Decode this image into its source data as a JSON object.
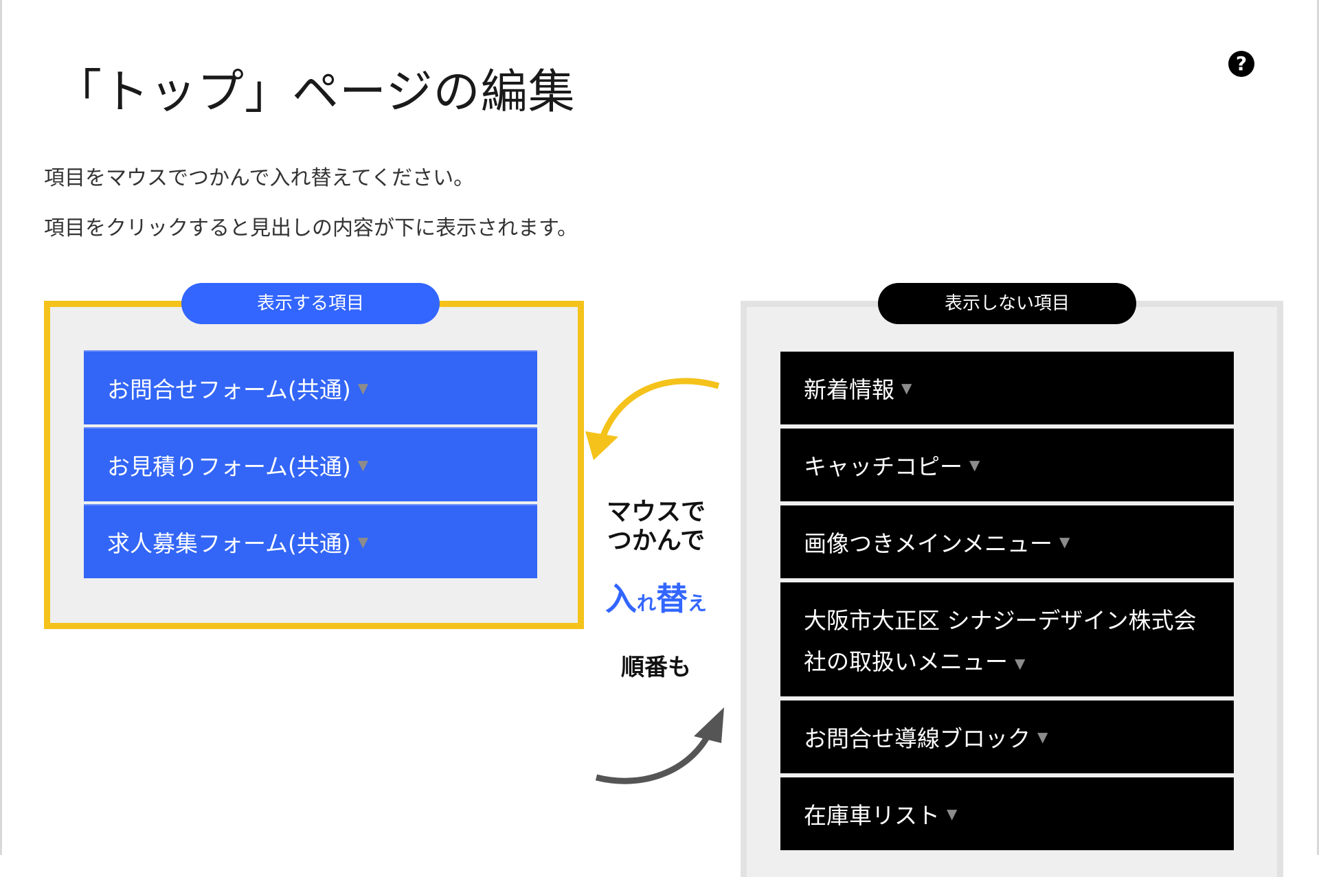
{
  "page": {
    "title": "「トップ」ページの編集",
    "help_icon": "?"
  },
  "instructions": [
    "項目をマウスでつかんで入れ替えてください。",
    "項目をクリックすると見出しの内容が下に表示されます。"
  ],
  "shown_panel": {
    "label": "表示する項目",
    "items": [
      {
        "label": "お問合せフォーム(共通)"
      },
      {
        "label": "お見積りフォーム(共通)"
      },
      {
        "label": "求人募集フォーム(共通)"
      }
    ]
  },
  "hidden_panel": {
    "label": "表示しない項目",
    "items": [
      {
        "label": "新着情報"
      },
      {
        "label": "キャッチコピー"
      },
      {
        "label": "画像つきメインメニュー"
      },
      {
        "label": "大阪市大正区 シナジーデザイン株式会社の取扱いメニュー"
      },
      {
        "label": "お問合せ導線ブロック"
      },
      {
        "label": "在庫車リスト"
      }
    ]
  },
  "hint": {
    "line1": "マウスで",
    "line2": "つかんで",
    "swap_big1": "入",
    "swap_small1": "れ",
    "swap_big2": "替",
    "swap_small2": "え",
    "line4": "順番も"
  },
  "colors": {
    "accent_blue": "#3366ff",
    "highlight_yellow": "#f4c21a",
    "arrow_gray": "#555555"
  }
}
